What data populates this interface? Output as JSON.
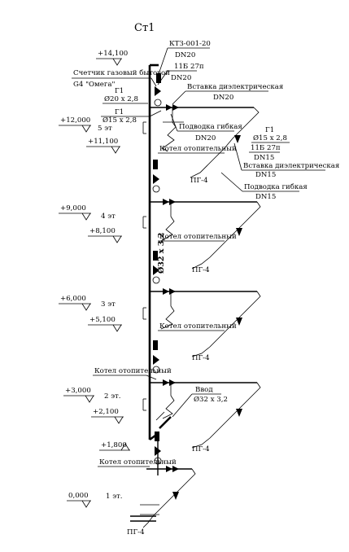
{
  "title": "Ст1",
  "riser": {
    "diameter": "Ø32 х 3,2"
  },
  "levels": [
    {
      "id": "roof",
      "elev": "+14,100"
    },
    {
      "id": "f5",
      "elev": "+12,000",
      "floor": "5 эт",
      "sub": "+11,100"
    },
    {
      "id": "f4",
      "elev": "+9,000",
      "floor": "4 эт",
      "sub": "+8,100"
    },
    {
      "id": "f3",
      "elev": "+6,000",
      "floor": "3 эт",
      "sub": "+5,100"
    },
    {
      "id": "f2",
      "elev": "+3,000",
      "floor": "2 эт.",
      "sub": "+2,100",
      "sub2": "+1,800"
    },
    {
      "id": "f1",
      "elev": "0,000",
      "floor": "1 эт."
    }
  ],
  "labels": {
    "ktz": "КТЗ-001-20",
    "ktz_dn": "DN20",
    "valve_11b": "11Б 27п",
    "valve_dn": "DN20",
    "meter": "Счетчик газовый бытовой",
    "meter_model": "G4 \"Омега\"",
    "pipe_g1_a": "Г1",
    "pipe_d20": "Ø20 х 2,8",
    "pipe_g1_b": "Г1",
    "pipe_d15": "Ø15 х 2,8",
    "insert_dielectric": "Вставка диэлектрическая",
    "insert_dn20": "DN20",
    "hose": "Подводка гибкая",
    "hose_dn20": "DN20",
    "right_g1": "Г1",
    "right_d15": "Ø15 х 2,8",
    "right_valve": "11Б 27п",
    "right_valve_dn": "DN15",
    "right_insert": "Вставка диэлектрическая",
    "right_insert_dn": "DN15",
    "right_hose": "Подводка гибкая",
    "right_hose_dn": "DN15",
    "boiler": "Котел отопительный",
    "stove": "ПГ-4",
    "inlet": "Ввод",
    "inlet_d": "Ø32 х 3,2"
  }
}
